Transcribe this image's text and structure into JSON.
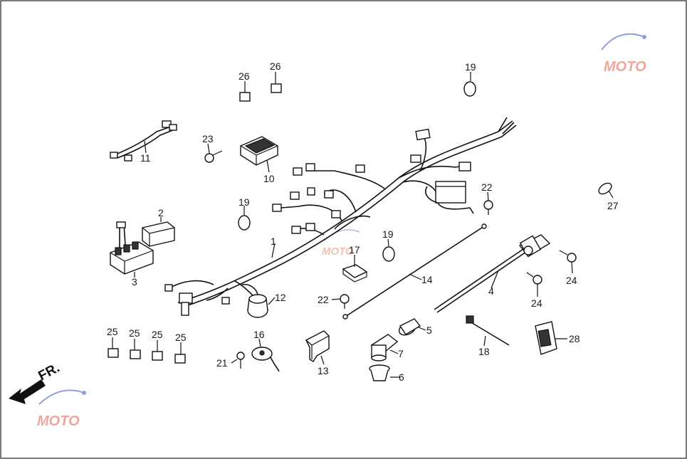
{
  "diagram": {
    "direction_label": "FR.",
    "watermark_text": "MOTO",
    "callouts": [
      {
        "id": "c1",
        "label": "1"
      },
      {
        "id": "c2",
        "label": "2"
      },
      {
        "id": "c3",
        "label": "3"
      },
      {
        "id": "c4",
        "label": "4"
      },
      {
        "id": "c5",
        "label": "5"
      },
      {
        "id": "c6",
        "label": "6"
      },
      {
        "id": "c7",
        "label": "7"
      },
      {
        "id": "c10",
        "label": "10"
      },
      {
        "id": "c11",
        "label": "11"
      },
      {
        "id": "c12",
        "label": "12"
      },
      {
        "id": "c13",
        "label": "13"
      },
      {
        "id": "c14",
        "label": "14"
      },
      {
        "id": "c16",
        "label": "16"
      },
      {
        "id": "c17",
        "label": "17"
      },
      {
        "id": "c18",
        "label": "18"
      },
      {
        "id": "c19a",
        "label": "19"
      },
      {
        "id": "c19b",
        "label": "19"
      },
      {
        "id": "c19c",
        "label": "19"
      },
      {
        "id": "c21",
        "label": "21"
      },
      {
        "id": "c22a",
        "label": "22"
      },
      {
        "id": "c22b",
        "label": "22"
      },
      {
        "id": "c23",
        "label": "23"
      },
      {
        "id": "c24a",
        "label": "24"
      },
      {
        "id": "c24b",
        "label": "24"
      },
      {
        "id": "c25a",
        "label": "25"
      },
      {
        "id": "c25b",
        "label": "25"
      },
      {
        "id": "c25c",
        "label": "25"
      },
      {
        "id": "c25d",
        "label": "25"
      },
      {
        "id": "c26a",
        "label": "26"
      },
      {
        "id": "c26b",
        "label": "26"
      },
      {
        "id": "c27",
        "label": "27"
      },
      {
        "id": "c28",
        "label": "28"
      }
    ]
  }
}
